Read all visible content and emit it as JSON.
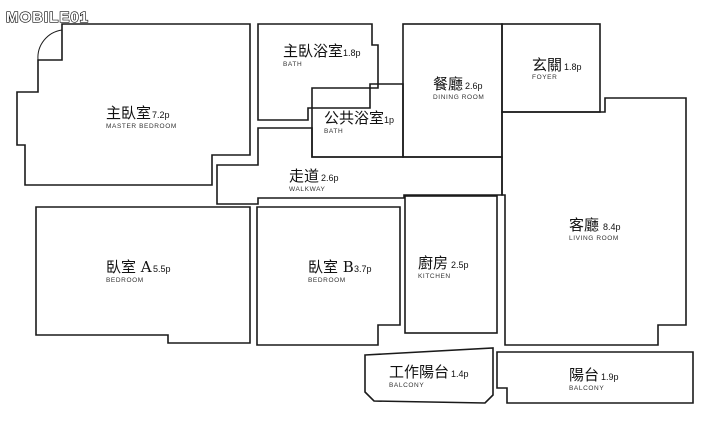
{
  "logo": {
    "text": "MOBILE01"
  },
  "rooms": [
    {
      "id": "master-bedroom",
      "zh": "主臥室",
      "size": "7.2p",
      "en": "MASTER BEDROOM"
    },
    {
      "id": "master-bath",
      "zh": "主臥浴室",
      "size": "1.8p",
      "en": "BATH"
    },
    {
      "id": "public-bath",
      "zh": "公共浴室",
      "size": "1p",
      "en": "BATH"
    },
    {
      "id": "dining-room",
      "zh": "餐廳",
      "size": "2.6p",
      "en": "DINING ROOM"
    },
    {
      "id": "foyer",
      "zh": "玄關",
      "size": "1.8p",
      "en": "FOYER"
    },
    {
      "id": "walkway",
      "zh": "走道",
      "size": "2.6p",
      "en": "WALKWAY"
    },
    {
      "id": "living-room",
      "zh": "客廳",
      "size": "8.4p",
      "en": "LIVING ROOM"
    },
    {
      "id": "bedroom-a",
      "zh": "臥室 A",
      "size": "5.5p",
      "en": "BEDROOM"
    },
    {
      "id": "bedroom-b",
      "zh": "臥室 B",
      "size": "3.7p",
      "en": "BEDROOM"
    },
    {
      "id": "kitchen",
      "zh": "廚房",
      "size": "2.5p",
      "en": "KITCHEN"
    },
    {
      "id": "work-balcony",
      "zh": "工作陽台",
      "size": "1.4p",
      "en": "BALCONY"
    },
    {
      "id": "balcony",
      "zh": "陽台",
      "size": "1.9p",
      "en": "BALCONY"
    }
  ]
}
